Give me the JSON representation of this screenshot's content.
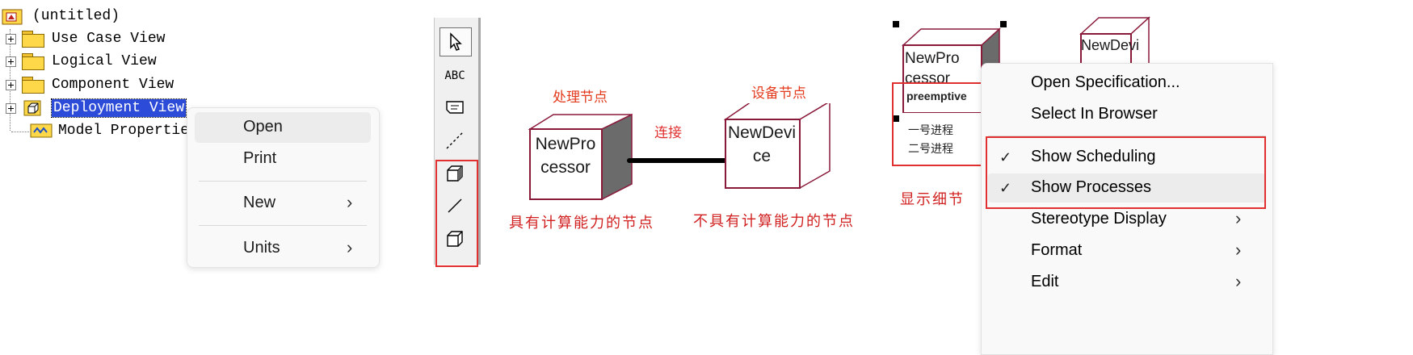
{
  "browser": {
    "root_label": "(untitled)",
    "items": [
      {
        "label": "Use Case View"
      },
      {
        "label": "Logical View"
      },
      {
        "label": "Component View"
      },
      {
        "label": "Deployment View"
      },
      {
        "label": "Model Properties"
      }
    ]
  },
  "browser_context_menu": {
    "items": [
      "Open",
      "Print",
      "New",
      "Units"
    ]
  },
  "diagram": {
    "processor_label_top": "处理节点",
    "device_label_top": "设备节点",
    "connection_label": "连接",
    "processor_name_line1": "NewPro",
    "processor_name_line2": "cessor",
    "device_name_line1": "NewDevi",
    "device_name_line2": "ce",
    "processor_caption": "具有计算能力的节点",
    "device_caption": "不具有计算能力的节点",
    "toolbox": {
      "text_tool_label": "ABC",
      "tools": [
        "selection-tool",
        "text-tool",
        "note-tool",
        "anchor-tool",
        "processor-tool",
        "connection-tool",
        "device-tool"
      ]
    }
  },
  "detail": {
    "processor_name_line1": "NewPro",
    "processor_name_line2": "cessor",
    "scheduling": "preemptive",
    "process_1": "一号进程",
    "process_2": "二号进程",
    "device_name": "NewDevi",
    "caption": "显示细节",
    "menu": {
      "open_spec": "Open Specification...",
      "select_in_browser": "Select In Browser",
      "show_scheduling": "Show Scheduling",
      "show_processes": "Show Processes",
      "stereotype_display": "Stereotype Display",
      "format": "Format",
      "edit": "Edit",
      "checkmark": "✓",
      "chevron": "›"
    }
  },
  "colors": {
    "red_highlight": "#e03030",
    "selection_blue": "#2b4bd8",
    "node_border": "#8a1a3a"
  }
}
